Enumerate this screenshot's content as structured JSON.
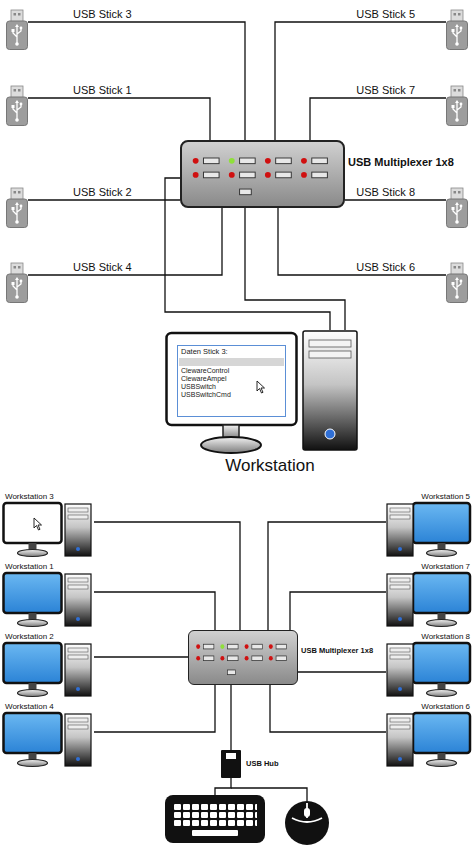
{
  "diagram": {
    "nodes": [
      {
        "text": [
          "USB Stick 3"
        ]
      },
      {
        "text": [
          "USB Stick 5"
        ]
      },
      {
        "text": [
          "USB Stick 1"
        ]
      },
      {
        "text": [
          "USB Stick 7"
        ]
      },
      {
        "text": [
          "USB Stick 2"
        ]
      },
      {
        "text": [
          "USB Stick 8"
        ]
      },
      {
        "text": [
          "USB Stick 4"
        ]
      },
      {
        "text": [
          "USB Stick 6"
        ]
      },
      {
        "text": [
          "USB Multiplexer 1x8"
        ]
      },
      {
        "text": [
          "Workstation"
        ]
      },
      {
        "text": [
          "Daten Stick 3:",
          "ClewareControl",
          "ClewareAmpel",
          "USBSwitch",
          "USBSwitchCmd"
        ],
        "in": 9
      },
      {
        "text": [
          "Workstation 3"
        ]
      },
      {
        "text": [
          "Workstation 5"
        ]
      },
      {
        "text": [
          "Workstation 1"
        ]
      },
      {
        "text": [
          "Workstation 7"
        ]
      },
      {
        "text": [
          "Workstation 2"
        ]
      },
      {
        "text": [
          "Workstation 8"
        ]
      },
      {
        "text": [
          "Workstation 4"
        ]
      },
      {
        "text": [
          "Workstation 6"
        ]
      },
      {
        "text": [
          "USB Multiplexer 1x8"
        ]
      },
      {
        "text": [
          "USB Hub"
        ]
      }
    ],
    "edges": [
      {
        "from": 0,
        "to": 8,
        "arrow": "none"
      },
      {
        "from": 1,
        "to": 8,
        "arrow": "none"
      },
      {
        "from": 2,
        "to": 8,
        "arrow": "none"
      },
      {
        "from": 3,
        "to": 8,
        "arrow": "none"
      },
      {
        "from": 4,
        "to": 8,
        "arrow": "none"
      },
      {
        "from": 5,
        "to": 8,
        "arrow": "none"
      },
      {
        "from": 6,
        "to": 8,
        "arrow": "none"
      },
      {
        "from": 7,
        "to": 8,
        "arrow": "none"
      },
      {
        "from": 8,
        "to": 9,
        "arrow": "none"
      },
      {
        "from": 8,
        "to": 9,
        "arrow": "none"
      },
      {
        "from": 11,
        "to": 19,
        "arrow": "none"
      },
      {
        "from": 12,
        "to": 19,
        "arrow": "none"
      },
      {
        "from": 13,
        "to": 19,
        "arrow": "none"
      },
      {
        "from": 14,
        "to": 19,
        "arrow": "none"
      },
      {
        "from": 15,
        "to": 19,
        "arrow": "none"
      },
      {
        "from": 16,
        "to": 19,
        "arrow": "none"
      },
      {
        "from": 17,
        "to": 19,
        "arrow": "none"
      },
      {
        "from": 18,
        "to": 19,
        "arrow": "none"
      },
      {
        "from": 19,
        "to": 20,
        "arrow": "none"
      }
    ]
  }
}
